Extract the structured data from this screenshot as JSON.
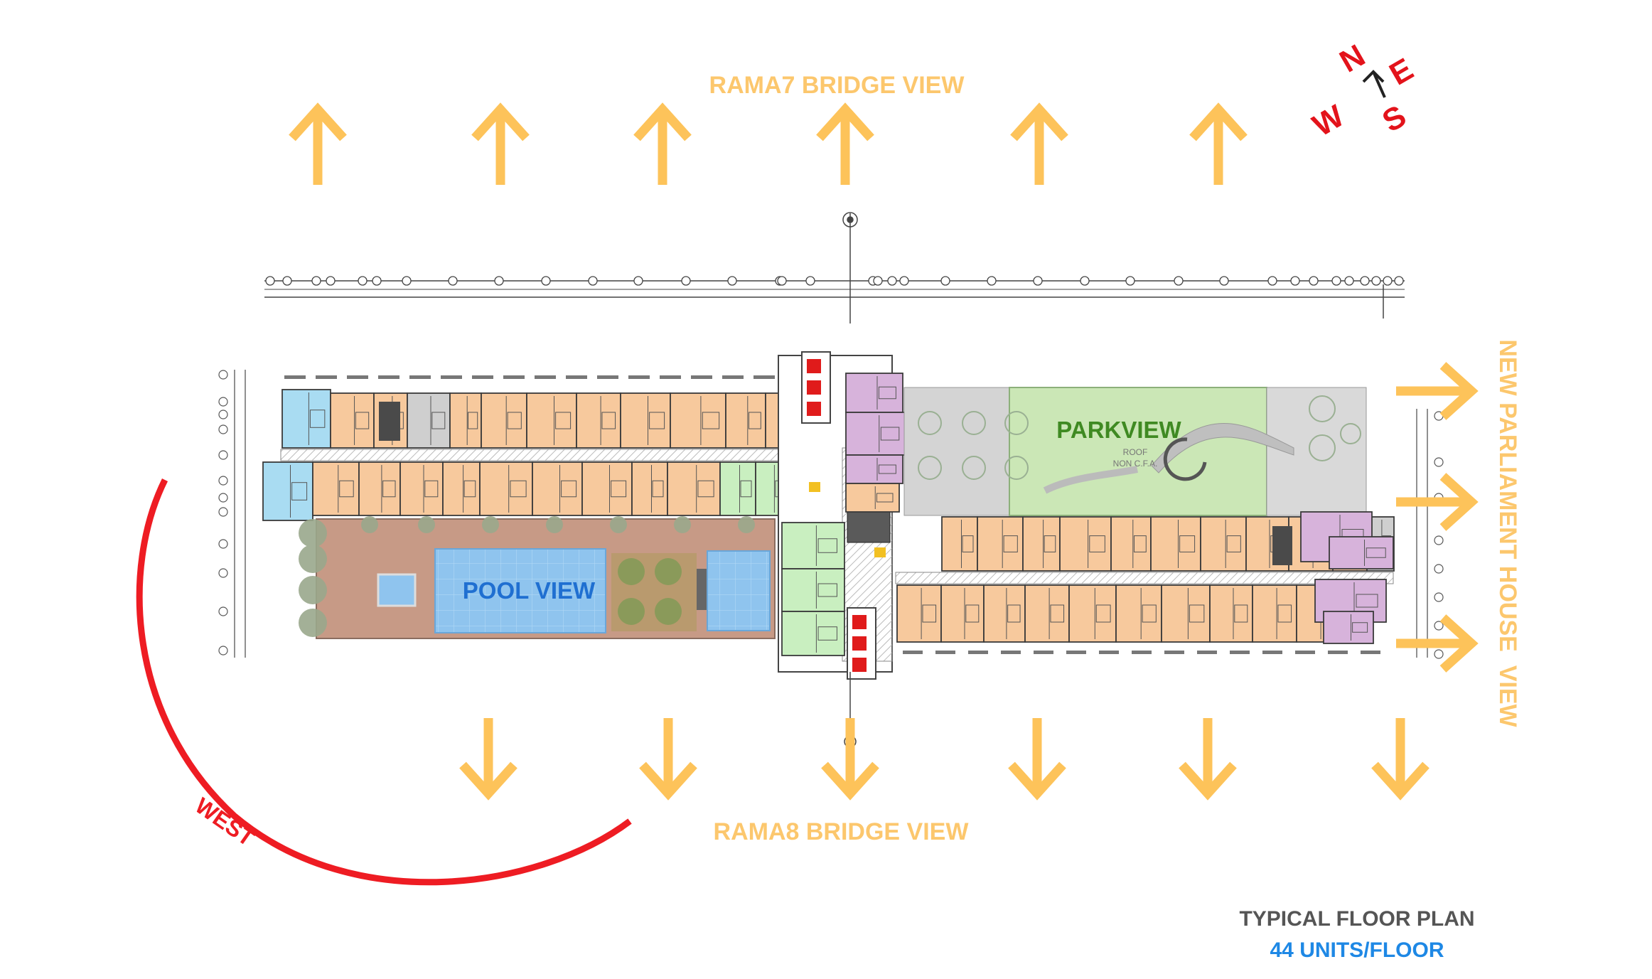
{
  "views": {
    "north": "RAMA7 BRIDGE VIEW",
    "south": "RAMA8 BRIDGE VIEW",
    "east": "NEW PARLIAMENT HOUSE  VIEW",
    "west": "WEST"
  },
  "zones": {
    "pool": "POOL VIEW",
    "park": "PARKVIEW",
    "roof_note": "ROOF",
    "roof_note_2": "NON C.F.A."
  },
  "compass": {
    "n": "N",
    "e": "E",
    "s": "S",
    "w": "W"
  },
  "caption": {
    "title": "TYPICAL FLOOR PLAN",
    "units": "44 UNITS/FLOOR"
  },
  "colors": {
    "view_arrow": "#fdc35a",
    "view_text": "#fcc76d",
    "west_arc": "#ee1c23",
    "compass": "#e3131b",
    "pool_text": "#1f6fd1",
    "park_text": "#3f8a22",
    "caption_title": "#555555",
    "caption_units": "#1e88e5",
    "unit_tan": "#f7c99d",
    "unit_purple": "#d7b3db",
    "unit_green": "#c9efc0",
    "unit_blue": "#a9dcf2",
    "stair_red": "#e01b1b",
    "pool_blue": "#8fc4ee",
    "deck_brown": "#c79a86",
    "park_green": "#cbe7b6"
  },
  "icons": [
    "arrow-up-icon",
    "arrow-down-icon",
    "arrow-right-icon",
    "compass-icon"
  ]
}
